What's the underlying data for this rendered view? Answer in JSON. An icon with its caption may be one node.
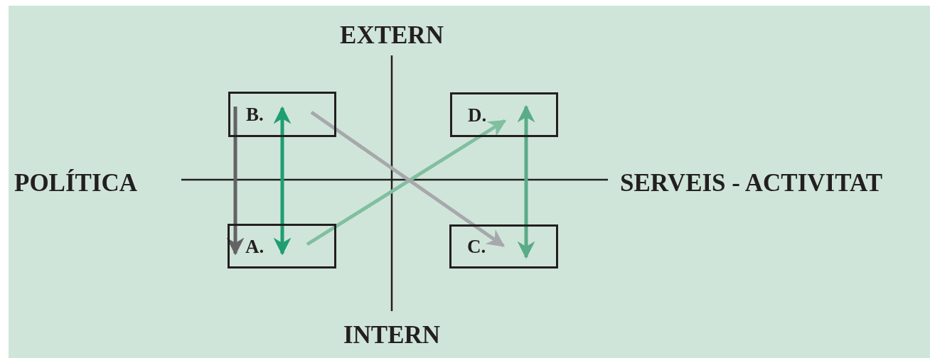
{
  "diagram": {
    "nodes": [
      {
        "text": [
          "B."
        ]
      },
      {
        "text": [
          "D."
        ]
      },
      {
        "text": [
          "A."
        ]
      },
      {
        "text": [
          "C."
        ]
      }
    ],
    "edges": [
      {
        "from": 0,
        "to": 2,
        "arrow": "to",
        "color": "#636366"
      },
      {
        "from": 2,
        "to": 0,
        "arrow": "both",
        "color": "#1f9e72"
      },
      {
        "from": 2,
        "to": 1,
        "arrow": "to",
        "color": "#80bf9f"
      },
      {
        "from": 0,
        "to": 3,
        "arrow": "to",
        "color": "#a7a8ab"
      },
      {
        "from": 1,
        "to": 3,
        "arrow": "both",
        "color": "#5aab88"
      }
    ],
    "labels": [
      "EXTERN",
      "POLÍTICA",
      "SERVEIS - ACTIVITAT",
      "INTERN"
    ]
  }
}
